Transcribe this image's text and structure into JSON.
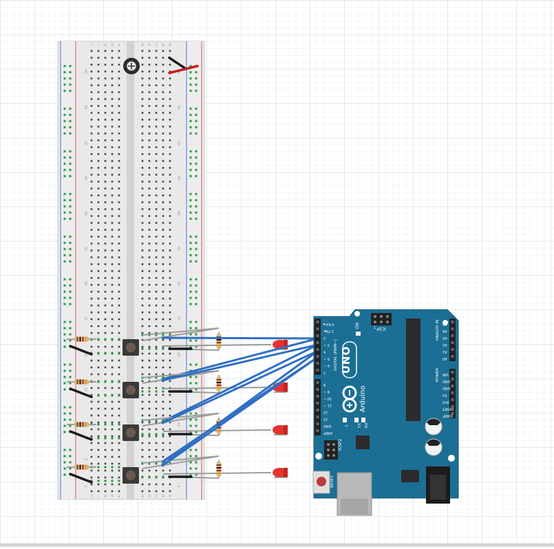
{
  "breadboard": {
    "row_numbers": [
      "60",
      "55",
      "50",
      "45",
      "40",
      "35",
      "30",
      "25",
      "20",
      "15",
      "10",
      "5",
      "1"
    ],
    "column_letters_top": [
      "A",
      "B",
      "C",
      "D",
      "E",
      "F",
      "G",
      "H",
      "I",
      "J"
    ],
    "column_letters_bottom": [
      "J",
      "I",
      "H",
      "G",
      "F",
      "E",
      "D",
      "C",
      "B",
      "A"
    ]
  },
  "arduino": {
    "model_label": "UNO",
    "brand_label": "Arduino",
    "on_label": "ON",
    "icsp_label": "ICSP",
    "icsp2_label": "ICSP2",
    "reset_label": "RESET",
    "digital_label": "DIGITAL (PWM~)",
    "analog_label": "ANALOG IN",
    "power_label": "POWER",
    "aref_label": "AREF",
    "gnd_label": "GND",
    "led_l_label": "L",
    "tx_label": "TX",
    "rx_label": "RX",
    "one_label": "1",
    "digital_pins_top": [
      "0 RX◄",
      "1 TX►",
      "2",
      "3 ~",
      "4",
      "5 ~",
      "6 ~",
      "7"
    ],
    "digital_pins_bottom": [
      "8",
      "9 ~",
      "10 ~",
      "11 ~",
      "12",
      "13",
      "GND",
      "AREF"
    ],
    "analog_pins": [
      "A5",
      "A4",
      "A3",
      "A2",
      "A1",
      "A0"
    ],
    "power_pins": [
      "VIN",
      "GND",
      "GND",
      "5V",
      "3V3",
      "RESET",
      "IOREF"
    ]
  },
  "components": {
    "buttons": 4,
    "leds": 4,
    "resistors": 8,
    "potentiometers": 1
  },
  "colors": {
    "board_teal": "#1b6f94",
    "wire_blue": "#2f6fc4",
    "wire_gray": "#9c9c9c",
    "wire_black": "#1a1a1a",
    "wire_red": "#c41e1e",
    "hole_green": "#1a9b3a",
    "led_red": "#e8322e",
    "rail_red": "#d95454",
    "rail_blue": "#4a6fd0"
  }
}
